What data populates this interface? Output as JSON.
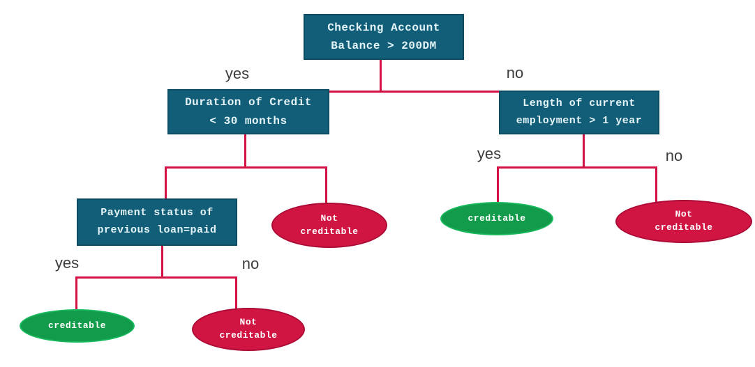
{
  "diagram": {
    "type": "decision-tree",
    "colors": {
      "background": "#ffffff",
      "decision_node": "#125e78",
      "node_text": "#e4f4f8",
      "edge": "#d21245",
      "creditable": "#129b4a",
      "not_creditable": "#d11543",
      "edge_label_text": "#3d3d3d"
    },
    "nodes": {
      "root": {
        "text": "Checking Account\nBalance > 200DM"
      },
      "duration": {
        "text": "Duration of Credit\n< 30 months"
      },
      "employment": {
        "text": "Length of current\nemployment > 1 year"
      },
      "payment": {
        "text": "Payment status of\nprevious loan=paid"
      }
    },
    "leaves": {
      "duration_no": {
        "text": "Not\ncreditable",
        "status": "negative"
      },
      "employment_yes": {
        "text": "creditable",
        "status": "positive"
      },
      "employment_no": {
        "text": "Not\ncreditable",
        "status": "negative"
      },
      "payment_yes": {
        "text": "creditable",
        "status": "positive"
      },
      "payment_no": {
        "text": "Not\ncreditable",
        "status": "negative"
      }
    },
    "edge_labels": {
      "root_yes": "yes",
      "root_no": "no",
      "employment_yes": "yes",
      "employment_no": "no",
      "payment_yes": "yes",
      "payment_no": "no"
    }
  }
}
